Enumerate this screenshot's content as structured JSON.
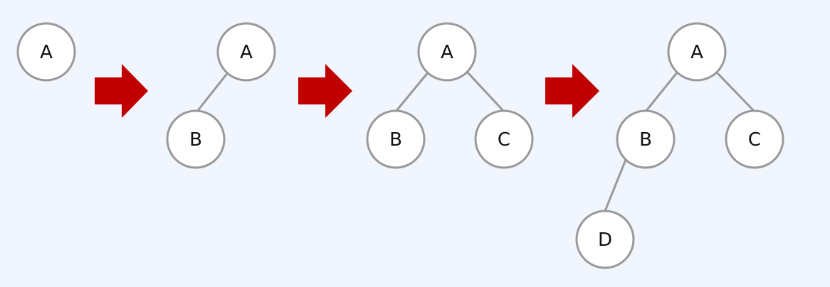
{
  "colors": {
    "background": "#f0f5fe",
    "node_fill": "#ffffff",
    "node_stroke": "#999999",
    "edge": "#999999",
    "arrow": "#c00000",
    "label": "#111111"
  },
  "arrow_icon": "right-arrow-icon",
  "stages": [
    {
      "nodes": [
        "A"
      ],
      "edges": []
    },
    {
      "nodes": [
        "A",
        "B"
      ],
      "edges": [
        [
          "A",
          "B"
        ]
      ]
    },
    {
      "nodes": [
        "A",
        "B",
        "C"
      ],
      "edges": [
        [
          "A",
          "B"
        ],
        [
          "A",
          "C"
        ]
      ]
    },
    {
      "nodes": [
        "A",
        "B",
        "C",
        "D"
      ],
      "edges": [
        [
          "A",
          "B"
        ],
        [
          "A",
          "C"
        ],
        [
          "B",
          "D"
        ]
      ]
    }
  ]
}
